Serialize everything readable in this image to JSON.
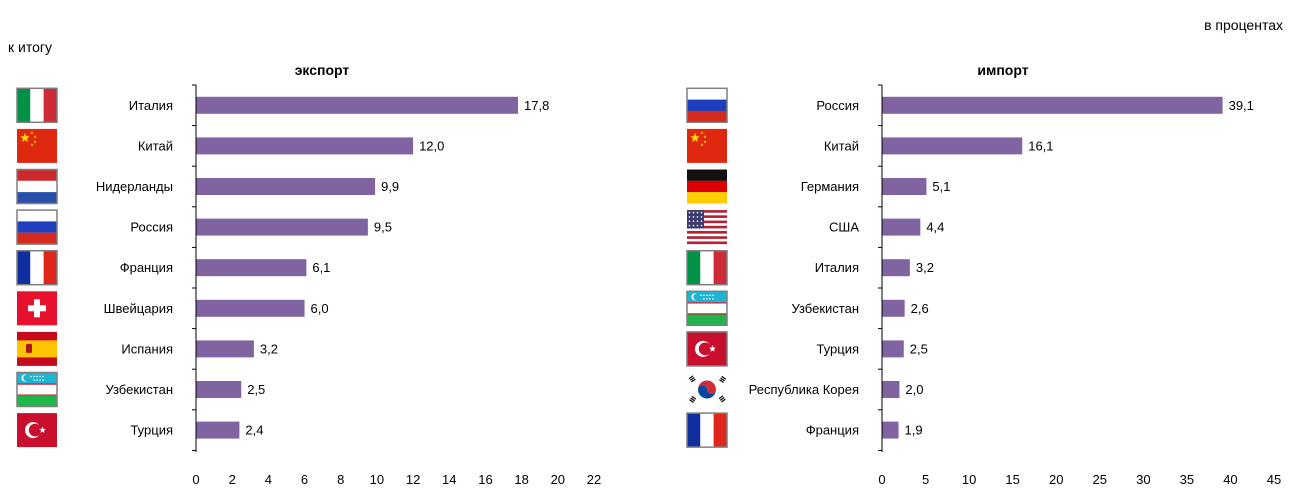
{
  "header": {
    "units_note": "в процентах",
    "share_note": "к итогу"
  },
  "colors": {
    "bar": "#8064A2",
    "axis": "#000000"
  },
  "chart_data": [
    {
      "id": "export",
      "type": "bar",
      "orientation": "horizontal",
      "title": "экспорт",
      "categories": [
        "Италия",
        "Китай",
        "Нидерланды",
        "Россия",
        "Франция",
        "Швейцария",
        "Испания",
        "Узбекистан",
        "Турция"
      ],
      "values": [
        17.8,
        12.0,
        9.9,
        9.5,
        6.1,
        6.0,
        3.2,
        2.5,
        2.4
      ],
      "value_labels": [
        "17,8",
        "12,0",
        "9,9",
        "9,5",
        "6,1",
        "6,0",
        "3,2",
        "2,5",
        "2,4"
      ],
      "flags": [
        "italy-flag-icon",
        "china-flag-icon",
        "netherlands-flag-icon",
        "russia-flag-icon",
        "france-flag-icon",
        "switzerland-flag-icon",
        "spain-flag-icon",
        "uzbekistan-flag-icon",
        "turkey-flag-icon"
      ],
      "xlim": [
        0,
        22
      ],
      "xticks": [
        0,
        2,
        4,
        6,
        8,
        10,
        12,
        14,
        16,
        18,
        20,
        22
      ]
    },
    {
      "id": "import",
      "type": "bar",
      "orientation": "horizontal",
      "title": "импорт",
      "categories": [
        "Россия",
        "Китай",
        "Германия",
        "США",
        "Италия",
        "Узбекистан",
        "Турция",
        "Республика Корея",
        "Франция"
      ],
      "values": [
        39.1,
        16.1,
        5.1,
        4.4,
        3.2,
        2.6,
        2.5,
        2.0,
        1.9
      ],
      "value_labels": [
        "39,1",
        "16,1",
        "5,1",
        "4,4",
        "3,2",
        "2,6",
        "2,5",
        "2,0",
        "1,9"
      ],
      "flags": [
        "russia-flag-icon",
        "china-flag-icon",
        "germany-flag-icon",
        "usa-flag-icon",
        "italy-flag-icon",
        "uzbekistan-flag-icon",
        "turkey-flag-icon",
        "korea-flag-icon",
        "france-flag-icon"
      ],
      "xlim": [
        0,
        45
      ],
      "xticks": [
        0,
        5,
        10,
        15,
        20,
        25,
        30,
        35,
        40,
        45
      ]
    }
  ]
}
